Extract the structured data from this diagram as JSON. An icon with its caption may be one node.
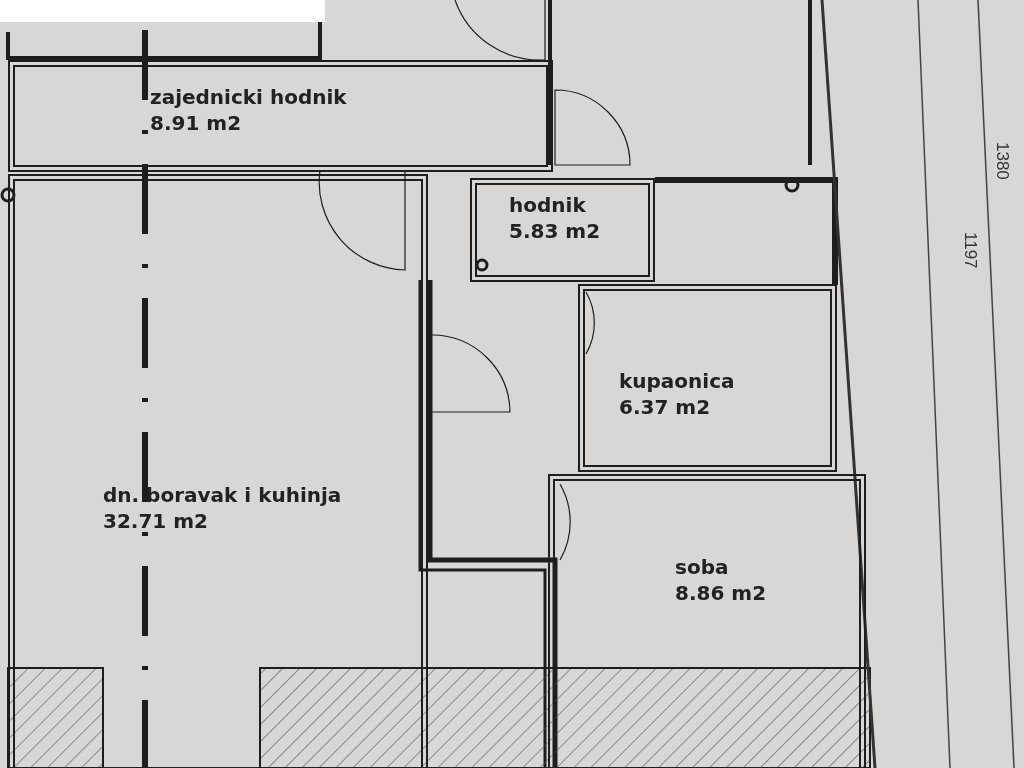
{
  "diagram": {
    "nodes": [
      {
        "text": [
          "zajednicki hodnik",
          "8.91 m2"
        ]
      },
      {
        "text": [
          "hodnik",
          "5.83 m2"
        ]
      },
      {
        "text": [
          "kupaonica",
          "6.37 m2"
        ]
      },
      {
        "text": [
          "dn. boravak i kuhinja",
          "32.71 m2"
        ]
      },
      {
        "text": [
          "soba",
          "8.86 m2"
        ]
      }
    ],
    "labels": [
      "1380",
      "1197"
    ]
  }
}
